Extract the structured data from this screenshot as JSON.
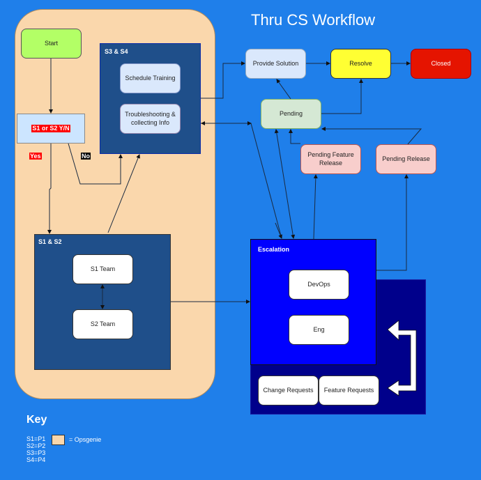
{
  "title": "Thru CS Workflow",
  "colors": {
    "background": "#1f7fea",
    "opsgenie": "#fad7ac",
    "start": "#b3ff66",
    "resolve": "#ffff33",
    "closed": "#e51400",
    "pending": "#d5e8d4",
    "pending_release": "#f8cecc",
    "escalation": "#0000ff",
    "team_container": "#1f4f8a"
  },
  "nodes": {
    "start": "Start",
    "decision": "S1 or S2  Y/N",
    "yes": "Yes",
    "no": "No",
    "s34_label": "S3 & S4",
    "schedule_training": "Schedule Training",
    "troubleshooting": "Troubleshooting & collecting Info",
    "s12_label": "S1 & S2",
    "s1_team": "S1 Team",
    "s2_team": "S2 Team",
    "provide_solution": "Provide Solution",
    "resolve": "Resolve",
    "closed": "Closed",
    "pending": "Pending",
    "pending_feature_release": "Pending Feature Release",
    "pending_release": "Pending Release",
    "escalation_label": "Escalation",
    "devops": "DevOps",
    "eng": "Eng",
    "change_requests": "Change Requests",
    "feature_requests": "Feature Requests"
  },
  "key": {
    "title": "Key",
    "mappings": [
      "S1=P1",
      "S2=P2",
      "S3=P3",
      "S4=P4"
    ],
    "swatch_label": "= Opsgenie"
  }
}
